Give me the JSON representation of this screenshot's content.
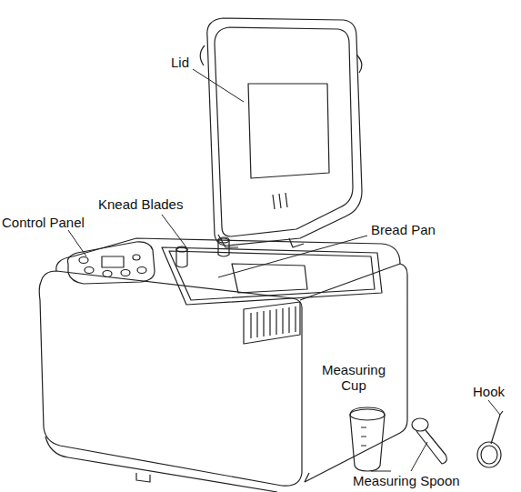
{
  "diagram": {
    "labels": [
      "Lid",
      "Knead Blades",
      "Control Panel",
      "Bread Pan",
      "Measuring Cup",
      "Hook",
      "Measuring Spoon"
    ]
  }
}
